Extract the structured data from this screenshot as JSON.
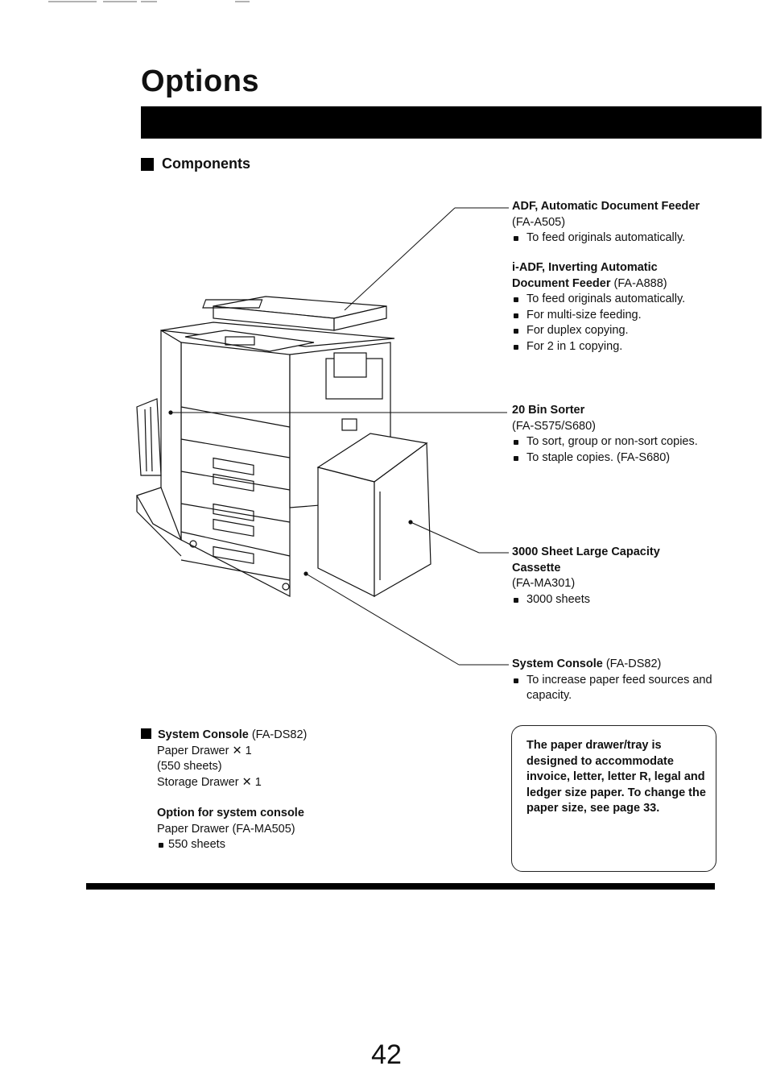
{
  "page_title": "Options",
  "section_title": "Components",
  "callouts": {
    "adf": {
      "name": "ADF, Automatic Document Feeder",
      "model": " (FA-A505)",
      "bullets": [
        "To feed originals automatically."
      ]
    },
    "iadf": {
      "name": "i-ADF, Inverting Automatic Document Feeder",
      "model": " (FA-A888)",
      "bullets": [
        "To feed originals automatically.",
        "For multi-size feeding.",
        "For duplex copying.",
        "For 2 in 1 copying."
      ]
    },
    "sorter": {
      "name": "20 Bin Sorter",
      "model": "(FA-S575/S680)",
      "bullets": [
        "To sort, group or non-sort copies.",
        "To staple copies. (FA-S680)"
      ]
    },
    "lcc": {
      "name": "3000 Sheet Large Capacity Cassette",
      "model": "(FA-MA301)",
      "bullets": [
        "3000 sheets"
      ]
    },
    "console": {
      "name": "System Console",
      "model": " (FA-DS82)",
      "bullets": [
        "To increase paper feed sources and capacity."
      ]
    }
  },
  "bottom_left": {
    "name": "System Console",
    "model": " (FA-DS82)",
    "line1": "Paper Drawer   ✕ 1",
    "line2": "(550 sheets)",
    "line3": "Storage Drawer ✕ 1",
    "option_heading": "Option for system console",
    "option_item": "Paper Drawer (FA-MA505)",
    "option_bullet": "550 sheets"
  },
  "note": "The paper drawer/tray is designed to accommodate invoice, letter, letter R, legal and ledger size paper. To change the paper size, see page 33.",
  "page_number": "42"
}
